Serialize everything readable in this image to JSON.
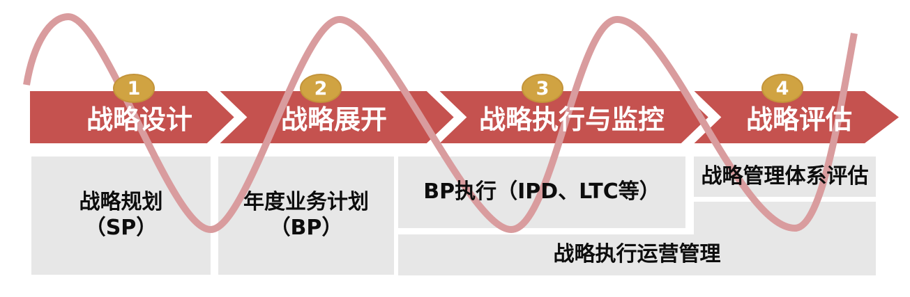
{
  "diagram": {
    "phases": [
      {
        "number": "1",
        "label": "战略设计"
      },
      {
        "number": "2",
        "label": "战略展开"
      },
      {
        "number": "3",
        "label": "战略执行与监控"
      },
      {
        "number": "4",
        "label": "战略评估"
      }
    ],
    "detail_boxes": {
      "sp": {
        "line1": "战略规划",
        "line2": "（SP）"
      },
      "bp": {
        "line1": "年度业务计划",
        "line2": "（BP）"
      },
      "bp_execution": {
        "label": "BP执行（IPD、LTC等）"
      },
      "system_evaluation": {
        "label": "战略管理体系评估"
      },
      "operations_management": {
        "label": "战略执行运营管理"
      }
    },
    "colors": {
      "band_red": "#c5524f",
      "wave_pink": "#d99c9e",
      "badge_gold": "#d0a342",
      "badge_rim": "#c3943a",
      "box_gray": "#e7e7e7",
      "band_text": "#ffffff",
      "box_text": "#0d0d0d"
    }
  }
}
